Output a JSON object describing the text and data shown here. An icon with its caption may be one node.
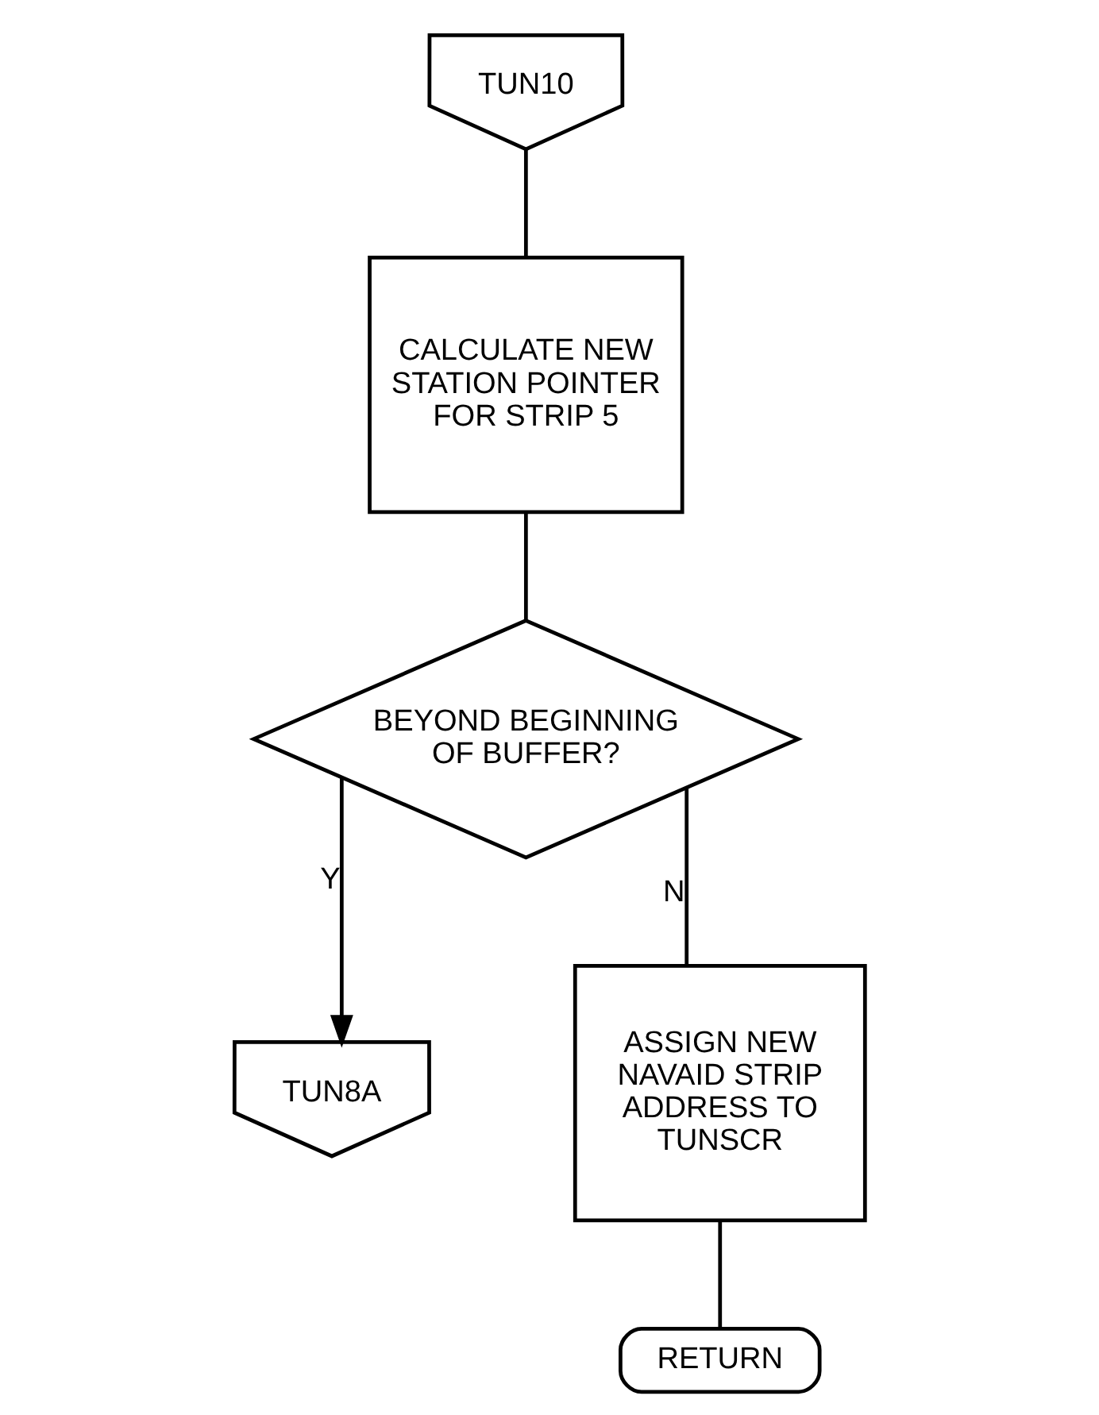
{
  "diagram": {
    "nodes": [
      {
        "text": [
          "TUN10"
        ]
      },
      {
        "text": [
          "CALCULATE NEW STATION POINTER FOR STRIP 5"
        ]
      },
      {
        "text": [
          "BEYOND BEGINNING OF BUFFER?"
        ]
      },
      {
        "text": [
          "TUN8A"
        ]
      },
      {
        "text": [
          "ASSIGN NEW NAVAID STRIP ADDRESS TO TUNSCR"
        ]
      },
      {
        "text": [
          "RETURN"
        ]
      }
    ],
    "edges": [
      {
        "from": 0,
        "to": 1,
        "arrow": "none"
      },
      {
        "from": 1,
        "to": 2,
        "arrow": "none"
      },
      {
        "from": 2,
        "to": 3,
        "arrow": "to",
        "label": "Y"
      },
      {
        "from": 2,
        "to": 4,
        "arrow": "none",
        "label": "N"
      },
      {
        "from": 4,
        "to": 5,
        "arrow": "none"
      }
    ]
  }
}
